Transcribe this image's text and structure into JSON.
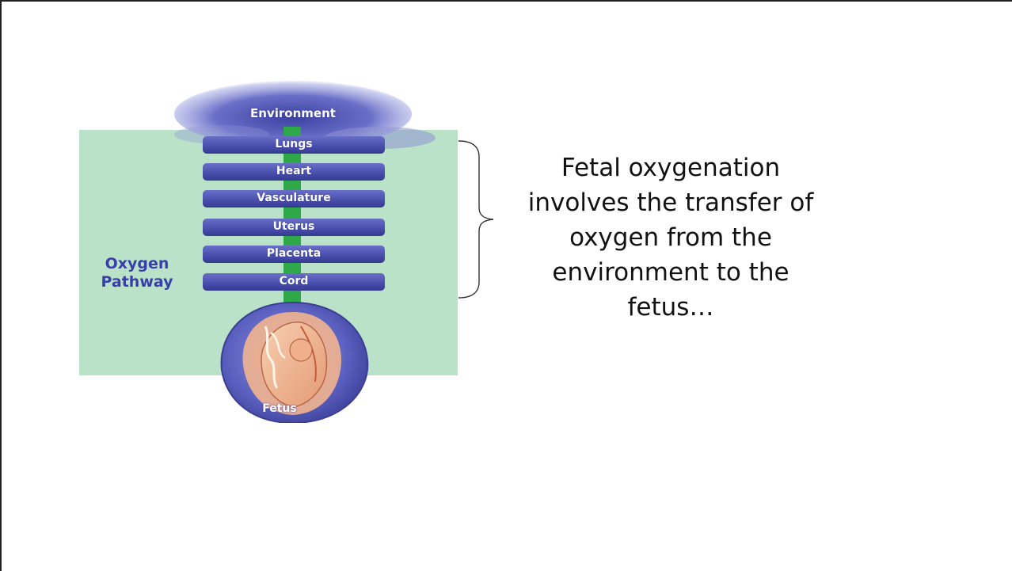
{
  "diagram": {
    "environment_label": "Environment",
    "pathway_steps": [
      "Lungs",
      "Heart",
      "Vasculature",
      "Uterus",
      "Placenta",
      "Cord"
    ],
    "side_label_line1": "Oxygen",
    "side_label_line2": "Pathway",
    "fetus_label": "Fetus",
    "colors": {
      "panel_green": "#b9e2c8",
      "bar_blue": "#4f55b3",
      "channel_green": "#2fa84a",
      "label_blue": "#3a3fa8",
      "uterus_outer": "#6b6fc4",
      "uterus_inner": "#e9a17c"
    }
  },
  "caption": {
    "text": "Fetal oxygenation involves the transfer of oxygen from the environment to the fetus…"
  }
}
